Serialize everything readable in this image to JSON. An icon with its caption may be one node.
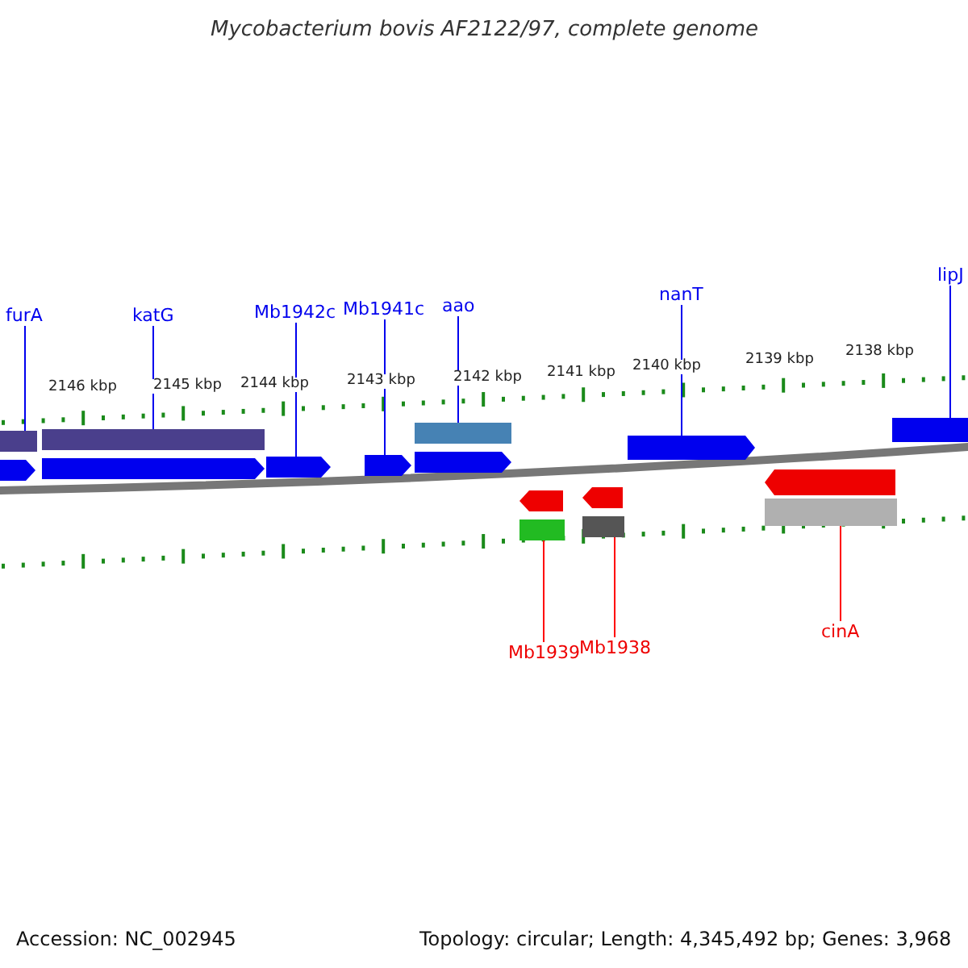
{
  "diagram": {
    "title": "Mycobacterium bovis AF2122/97, complete genome",
    "nodes": [
      {
        "text": [
          "furA"
        ]
      },
      {
        "text": [
          "katG"
        ]
      },
      {
        "text": [
          "Mb1942c"
        ]
      },
      {
        "text": [
          "Mb1941c"
        ]
      },
      {
        "text": [
          "aao"
        ]
      },
      {
        "text": [
          "nanT"
        ]
      },
      {
        "text": [
          "lipJ"
        ]
      },
      {
        "text": [
          "Mb1939"
        ]
      },
      {
        "text": [
          "Mb1938"
        ]
      },
      {
        "text": [
          "cinA"
        ]
      },
      {
        "text": [],
        "shape": "bar"
      },
      {
        "text": [],
        "shape": "bar"
      },
      {
        "text": [],
        "shape": "arrow"
      },
      {
        "text": [],
        "shape": "arrow"
      },
      {
        "text": [],
        "shape": "bar"
      },
      {
        "text": [],
        "shape": "arrow"
      },
      {
        "text": [],
        "shape": "bar"
      },
      {
        "text": [],
        "shape": "bar"
      },
      {
        "text": [],
        "shape": "bar"
      },
      {
        "text": [],
        "shape": "bar"
      },
      {
        "text": [],
        "shape": "arrow"
      },
      {
        "text": [],
        "shape": "arrow"
      },
      {
        "text": [],
        "shape": "arrow"
      },
      {
        "text": [],
        "shape": "arrow"
      },
      {
        "text": [],
        "shape": "arrow"
      },
      {
        "text": [],
        "shape": "arrow"
      }
    ],
    "edges": [
      {
        "from": 0,
        "to": 10,
        "arrow": "none"
      },
      {
        "from": 1,
        "to": 11,
        "arrow": "none"
      },
      {
        "from": 2,
        "to": 12,
        "arrow": "none"
      },
      {
        "from": 3,
        "to": 13,
        "arrow": "none"
      },
      {
        "from": 4,
        "to": 14,
        "arrow": "none"
      },
      {
        "from": 5,
        "to": 15,
        "arrow": "none"
      },
      {
        "from": 6,
        "to": 16,
        "arrow": "none"
      },
      {
        "from": 7,
        "to": 17,
        "arrow": "none",
        "color": "#ff0000"
      },
      {
        "from": 8,
        "to": 18,
        "arrow": "none",
        "color": "#ff0000"
      },
      {
        "from": 9,
        "to": 19,
        "arrow": "none",
        "color": "#ff0000"
      }
    ],
    "labels": [
      "2146 kbp",
      "2145 kbp",
      "2144 kbp",
      "2143 kbp",
      "2142 kbp",
      "2141 kbp",
      "2140 kbp",
      "2139 kbp",
      "2138 kbp",
      "Accession: NC_002945",
      "Topology: circular; Length: 4,345,492 bp; Genes: 3,968"
    ]
  }
}
